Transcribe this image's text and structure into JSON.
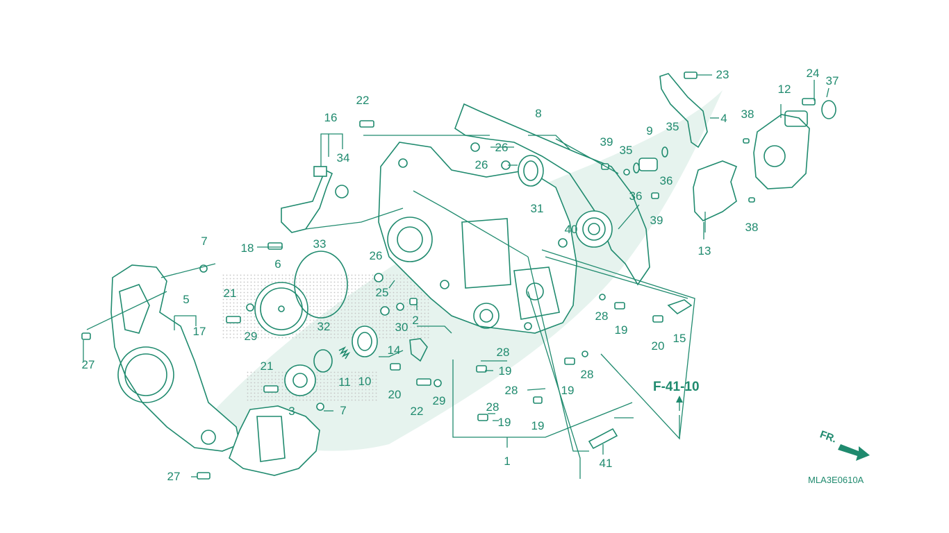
{
  "diagram": {
    "reference": "F-41-10",
    "drawing_code": "MLA3E0610A",
    "front_marker": "FR.",
    "colors": {
      "line": "#1f8a6e",
      "watermark": "#e6f3ee",
      "dots": "#c9c9c9"
    },
    "callouts": [
      {
        "id": "c1",
        "text": "1"
      },
      {
        "id": "c2",
        "text": "2"
      },
      {
        "id": "c3",
        "text": "3"
      },
      {
        "id": "c4",
        "text": "4"
      },
      {
        "id": "c5",
        "text": "5"
      },
      {
        "id": "c6",
        "text": "6"
      },
      {
        "id": "c7a",
        "text": "7"
      },
      {
        "id": "c7b",
        "text": "7"
      },
      {
        "id": "c8",
        "text": "8"
      },
      {
        "id": "c9",
        "text": "9"
      },
      {
        "id": "c10",
        "text": "10"
      },
      {
        "id": "c11",
        "text": "11"
      },
      {
        "id": "c12",
        "text": "12"
      },
      {
        "id": "c13",
        "text": "13"
      },
      {
        "id": "c14",
        "text": "14"
      },
      {
        "id": "c15",
        "text": "15"
      },
      {
        "id": "c16",
        "text": "16"
      },
      {
        "id": "c17",
        "text": "17"
      },
      {
        "id": "c18",
        "text": "18"
      },
      {
        "id": "c19a",
        "text": "19"
      },
      {
        "id": "c19b",
        "text": "19"
      },
      {
        "id": "c19c",
        "text": "19"
      },
      {
        "id": "c19d",
        "text": "19"
      },
      {
        "id": "c19e",
        "text": "19"
      },
      {
        "id": "c20a",
        "text": "20"
      },
      {
        "id": "c20b",
        "text": "20"
      },
      {
        "id": "c21a",
        "text": "21"
      },
      {
        "id": "c21b",
        "text": "21"
      },
      {
        "id": "c22a",
        "text": "22"
      },
      {
        "id": "c22b",
        "text": "22"
      },
      {
        "id": "c23",
        "text": "23"
      },
      {
        "id": "c24",
        "text": "24"
      },
      {
        "id": "c25",
        "text": "25"
      },
      {
        "id": "c26a",
        "text": "26"
      },
      {
        "id": "c26b",
        "text": "26"
      },
      {
        "id": "c26c",
        "text": "26"
      },
      {
        "id": "c27a",
        "text": "27"
      },
      {
        "id": "c27b",
        "text": "27"
      },
      {
        "id": "c28a",
        "text": "28"
      },
      {
        "id": "c28b",
        "text": "28"
      },
      {
        "id": "c28c",
        "text": "28"
      },
      {
        "id": "c28d",
        "text": "28"
      },
      {
        "id": "c28e",
        "text": "28"
      },
      {
        "id": "c29a",
        "text": "29"
      },
      {
        "id": "c29b",
        "text": "29"
      },
      {
        "id": "c30",
        "text": "30"
      },
      {
        "id": "c31",
        "text": "31"
      },
      {
        "id": "c32",
        "text": "32"
      },
      {
        "id": "c33",
        "text": "33"
      },
      {
        "id": "c34",
        "text": "34"
      },
      {
        "id": "c35a",
        "text": "35"
      },
      {
        "id": "c35b",
        "text": "35"
      },
      {
        "id": "c36a",
        "text": "36"
      },
      {
        "id": "c36b",
        "text": "36"
      },
      {
        "id": "c37",
        "text": "37"
      },
      {
        "id": "c38a",
        "text": "38"
      },
      {
        "id": "c38b",
        "text": "38"
      },
      {
        "id": "c39a",
        "text": "39"
      },
      {
        "id": "c39b",
        "text": "39"
      },
      {
        "id": "c40",
        "text": "40"
      },
      {
        "id": "c41",
        "text": "41"
      }
    ]
  }
}
